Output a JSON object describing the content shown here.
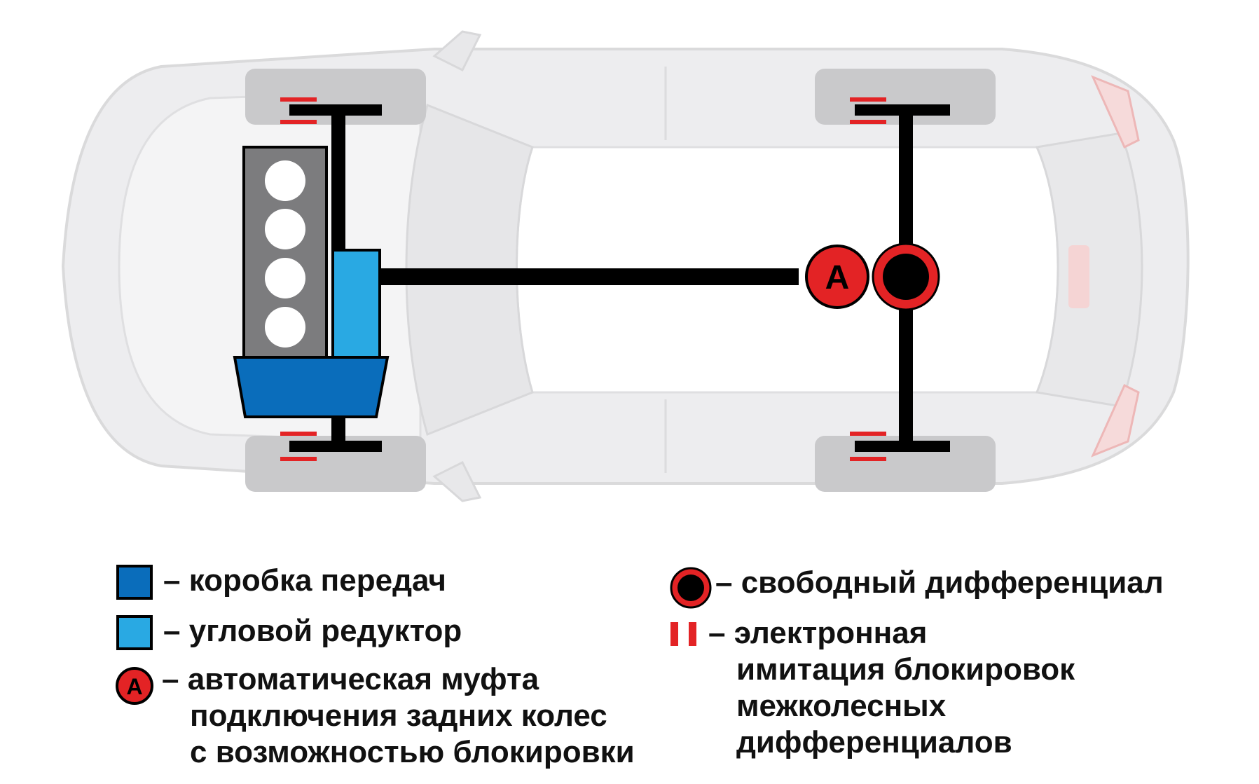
{
  "colors": {
    "gearbox": "#0a6dbb",
    "angle_gear": "#29a9e3",
    "clutch": "#e32325",
    "differential_ring": "#e32325",
    "differential_core": "#000000",
    "drivetrain": "#000000",
    "engine": "#7c7c7e",
    "wheel": "#c9c9cb",
    "car_body": "#e9e9eb",
    "brake_marks": "#e32325"
  },
  "icons": {
    "clutch": "circle-letter-icon",
    "differential": "filled-ring-icon",
    "brake_lock": "red-bars-icon"
  },
  "diagram": {
    "clutch_letter": "A"
  },
  "legend": {
    "gearbox": {
      "lines": [
        "коробка передач"
      ]
    },
    "angle_gear": {
      "lines": [
        "угловой редуктор"
      ]
    },
    "clutch": {
      "symbol": "A",
      "lines": [
        "автоматическая муфта",
        "подключения задних колес",
        "с возможностью блокировки"
      ]
    },
    "differential": {
      "lines": [
        "свободный дифференциал"
      ]
    },
    "brake_lock": {
      "lines": [
        "электронная",
        "имитация блокировок",
        "межколесных",
        "дифференциалов"
      ]
    }
  }
}
